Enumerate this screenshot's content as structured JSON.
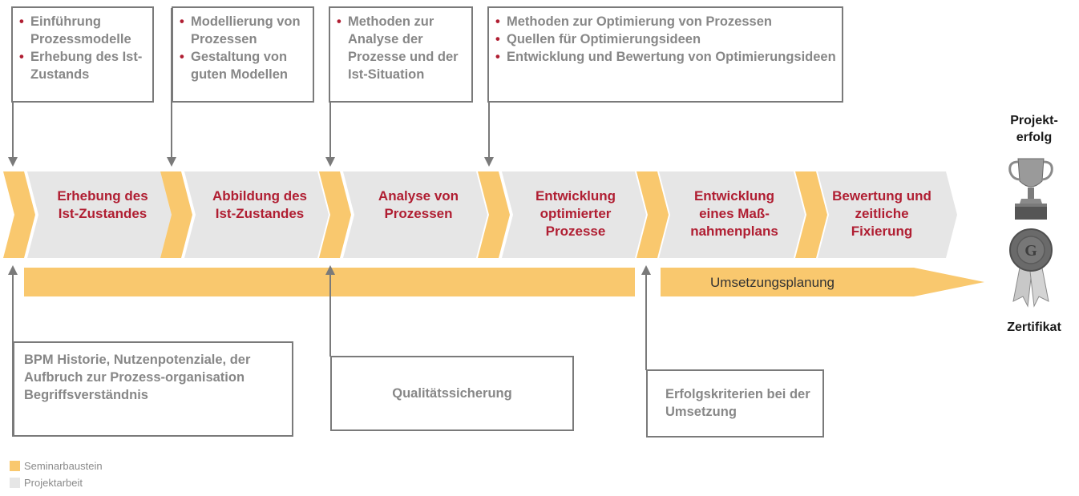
{
  "colors": {
    "seminar": "#f9c86e",
    "projekt": "#e6e6e6",
    "accent": "#b01e32",
    "box_border": "#7a7a7a",
    "box_text": "#878787"
  },
  "top_boxes": [
    {
      "items": [
        "Einführung Prozessmodelle",
        "Erhebung des Ist-Zustands"
      ]
    },
    {
      "items": [
        "Modellierung von Prozessen",
        "Gestaltung von guten Modellen"
      ]
    },
    {
      "items": [
        "Methoden zur Analyse der Prozesse und der Ist-Situation"
      ]
    },
    {
      "items": [
        "Methoden zur Optimierung von Prozessen",
        "Quellen für Optimierungsideen",
        "Entwicklung und Bewertung von Optimierungsideen"
      ]
    }
  ],
  "steps": [
    {
      "label": "Erhebung des Ist-Zustandes"
    },
    {
      "label": "Abbildung des Ist-Zustandes"
    },
    {
      "label": "Analyse von Prozessen"
    },
    {
      "label": "Entwicklung optimierter Prozesse"
    },
    {
      "label": "Entwicklung eines Maß-nahmenplans"
    },
    {
      "label": "Bewertung und zeitliche Fixierung"
    }
  ],
  "umsetzung_label": "Umsetzungsplanung",
  "bottom_boxes": [
    {
      "text": "BPM Historie, Nutzenpotenziale, der Aufbruch zur Prozess-organisation Begriffsverständnis"
    },
    {
      "text": "Qualitätssicherung"
    },
    {
      "text": "Erfolgskriterien bei der Umsetzung"
    }
  ],
  "side": {
    "projekt": "Projekt-erfolg",
    "zertifikat": "Zertifikat",
    "trophy_icon": "trophy-icon",
    "seal_icon": "seal-rosette-icon",
    "seal_letter": "G"
  },
  "legend": [
    {
      "label": "Seminarbaustein",
      "color": "#f9c86e"
    },
    {
      "label": "Projektarbeit",
      "color": "#e6e6e6"
    }
  ]
}
